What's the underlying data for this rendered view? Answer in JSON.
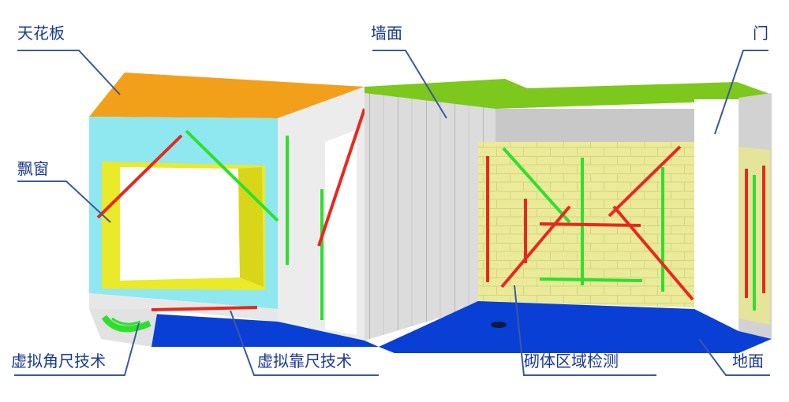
{
  "labels": {
    "ceiling": "天花板",
    "wall": "墙面",
    "door": "门",
    "bay_window": "飘窗",
    "virtual_square": "虚拟角尺技术",
    "virtual_ruler": "虚拟靠尺技术",
    "masonry_detection": "砌体区域检测",
    "floor": "地面"
  },
  "colors": {
    "label_text": "#1a3a8f",
    "leader_line": "#3a5a9c",
    "ceiling_orange": "#f2a01a",
    "ceiling_green": "#7dc81c",
    "window_cyan": "#8fe8f0",
    "window_frame_yellow": "#eaea2a",
    "masonry_yellow": "#ecec9a",
    "floor_blue": "#0a3fd6",
    "wall_gray": "#d8d8d8",
    "ruler_red": "#e8281e",
    "ruler_green": "#2ee02e"
  }
}
